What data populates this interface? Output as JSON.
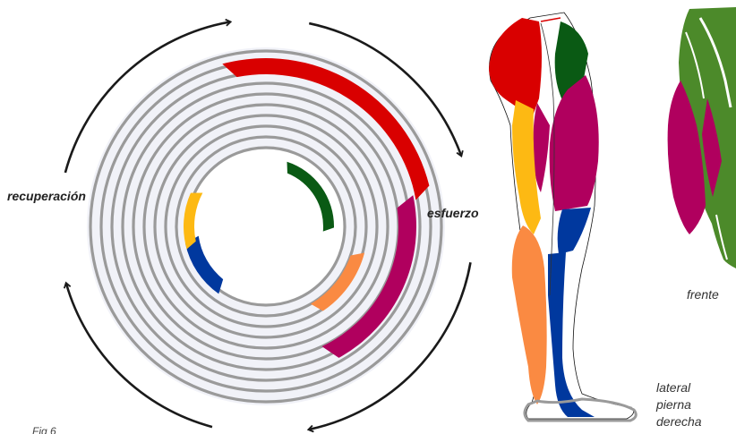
{
  "labels": {
    "recovery": "recuperación",
    "effort": "esfuerzo",
    "front": "frente",
    "lateral_1": "lateral",
    "lateral_2": "pierna",
    "lateral_3": "derecha",
    "figure": "Fig 6"
  },
  "colors": {
    "red": "#d90000",
    "magenta": "#b0005e",
    "orange": "#fa8a42",
    "blue": "#00389e",
    "yellow": "#fdb913",
    "dark_green": "#0a5a14",
    "green": "#4c8a2a",
    "ring": "#9a9a9a",
    "ring_fill": "#f1f2f8",
    "arrow": "#1a1a1a"
  }
}
